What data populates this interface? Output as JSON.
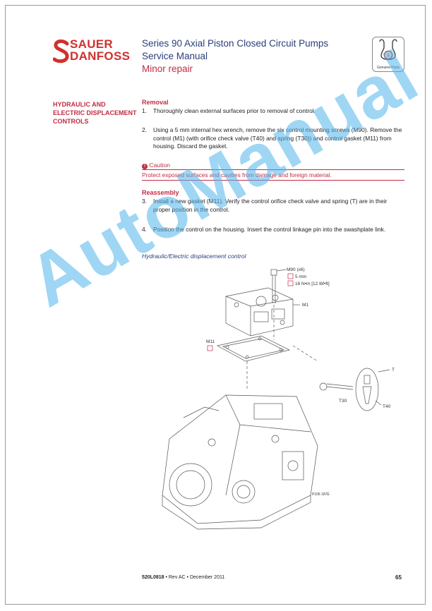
{
  "header": {
    "logo_line1": "SAUER",
    "logo_line2": "DANFOSS",
    "title_line1": "Series 90 Axial Piston Closed Circuit Pumps",
    "title_line2": "Service Manual",
    "subtitle": "Minor repair",
    "badge_label": "Genuine Parts"
  },
  "section": {
    "title": "HYDRAULIC AND ELECTRIC DISPLACEMENT CONTROLS"
  },
  "removal": {
    "heading": "Removal",
    "steps": [
      {
        "num": "1.",
        "text": "Thoroughly clean external surfaces prior to removal of control."
      },
      {
        "num": "2.",
        "text": "Using a 5 mm internal hex wrench, remove the six control mounting screws (M90). Remove the control (M1) (with orifice check valve (T40) and spring (T30)) and control gasket (M11) from housing. Discard the gasket."
      }
    ]
  },
  "caution": {
    "label": "Caution",
    "text": "Protect exposed surfaces and cavities from damage and foreign material."
  },
  "reassembly": {
    "heading": "Reassembly",
    "steps": [
      {
        "num": "3.",
        "text": "Install a new gasket (M11). Verify the control orifice check valve and spring (T) are in their proper position in the control."
      },
      {
        "num": "4.",
        "text": "Position the control on the housing. Insert the control linkage pin into the swashplate link."
      }
    ]
  },
  "figure": {
    "caption": "Hydraulic/Electric displacement control",
    "callouts": {
      "m90": "M90 (x6)",
      "wrench": "5 mm",
      "torque": "16 N•m [12 lbf•ft]",
      "m1": "M1",
      "m11": "M11",
      "t": "T",
      "t30": "T30",
      "t40": "T40",
      "ref": "P106 187E"
    }
  },
  "watermark": "AutoManual",
  "footer": {
    "doc_number": "520L0818",
    "doc_rest": " • Rev AC • December 2011",
    "page": "65"
  },
  "colors": {
    "brand_red": "#d0312d",
    "heading_red": "#c22c45",
    "title_blue": "#2c3e7a",
    "watermark_blue": "#50b4eb"
  }
}
